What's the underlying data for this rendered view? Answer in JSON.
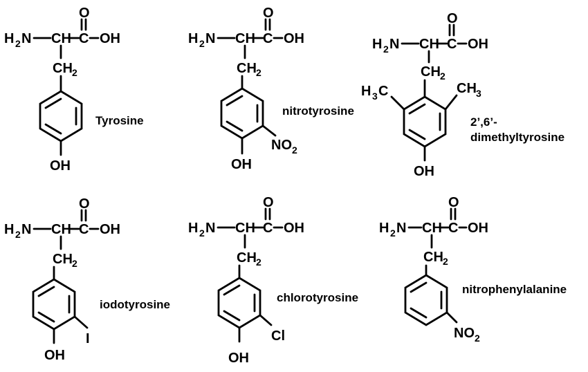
{
  "common": {
    "amine": "H",
    "amine_sub": "2",
    "amine_n": "N",
    "alpha": "CH",
    "carboxyl_c": "C",
    "carboxyl_o": "O",
    "hydroxyl": "OH",
    "methylene": "CH",
    "methylene_sub": "2"
  },
  "molecules": [
    {
      "id": "tyrosine",
      "name_lines": [
        "Tyrosine"
      ],
      "substituents": []
    },
    {
      "id": "nitrotyrosine",
      "name_lines": [
        "nitrotyrosine"
      ],
      "substituents": [
        {
          "text": "NO",
          "sub": "2"
        }
      ]
    },
    {
      "id": "dimethyltyrosine",
      "name_lines": [
        "2’,6’-",
        "dimethyltyrosine"
      ],
      "substituents": [
        {
          "text": "H",
          "sub": "3",
          "after": "C"
        },
        {
          "text": "CH",
          "sub": "3"
        }
      ]
    },
    {
      "id": "iodotyrosine",
      "name_lines": [
        "iodotyrosine"
      ],
      "substituents": [
        {
          "text": "I"
        }
      ]
    },
    {
      "id": "chlorotyrosine",
      "name_lines": [
        "chlorotyrosine"
      ],
      "substituents": [
        {
          "text": "Cl"
        }
      ]
    },
    {
      "id": "nitrophenylalanine",
      "name_lines": [
        "nitrophenylalanine"
      ],
      "substituents": [
        {
          "text": "NO",
          "sub": "2"
        }
      ]
    }
  ]
}
